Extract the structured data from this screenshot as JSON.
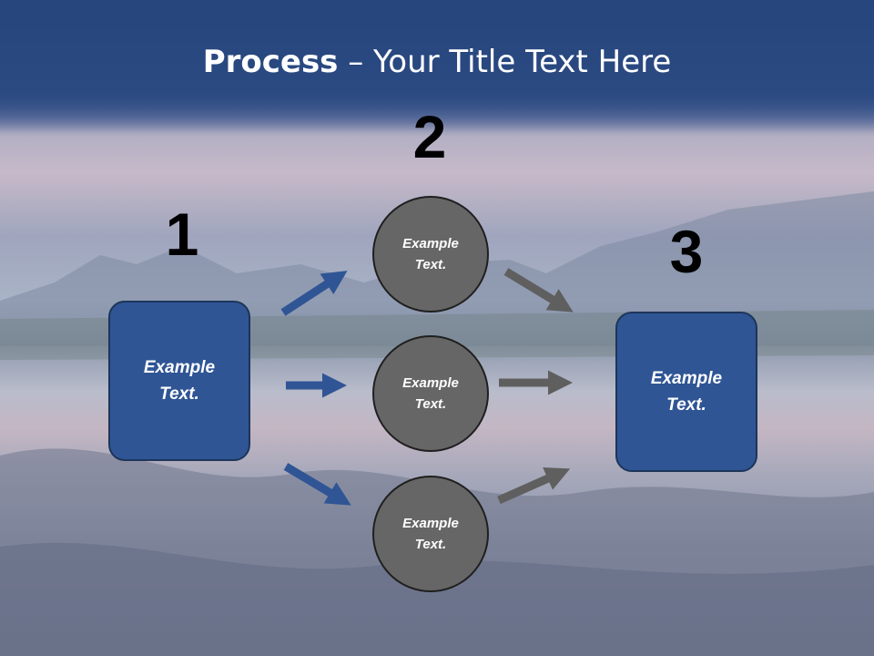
{
  "title": {
    "bold": "Process",
    "rest": " – Your Title Text Here"
  },
  "steps": {
    "one": "1",
    "two": "2",
    "three": "3"
  },
  "left_box": {
    "line1": "Example",
    "line2": "Text."
  },
  "right_box": {
    "line1": "Example",
    "line2": "Text."
  },
  "circles": [
    {
      "line1": "Example",
      "line2": "Text."
    },
    {
      "line1": "Example",
      "line2": "Text."
    },
    {
      "line1": "Example",
      "line2": "Text."
    }
  ],
  "colors": {
    "blue_shape": "#2f5595",
    "gray_shape": "#666666",
    "blue_arrow": "#2f5595",
    "gray_arrow": "#5f5f5f",
    "title_band": "#2b4a82"
  }
}
